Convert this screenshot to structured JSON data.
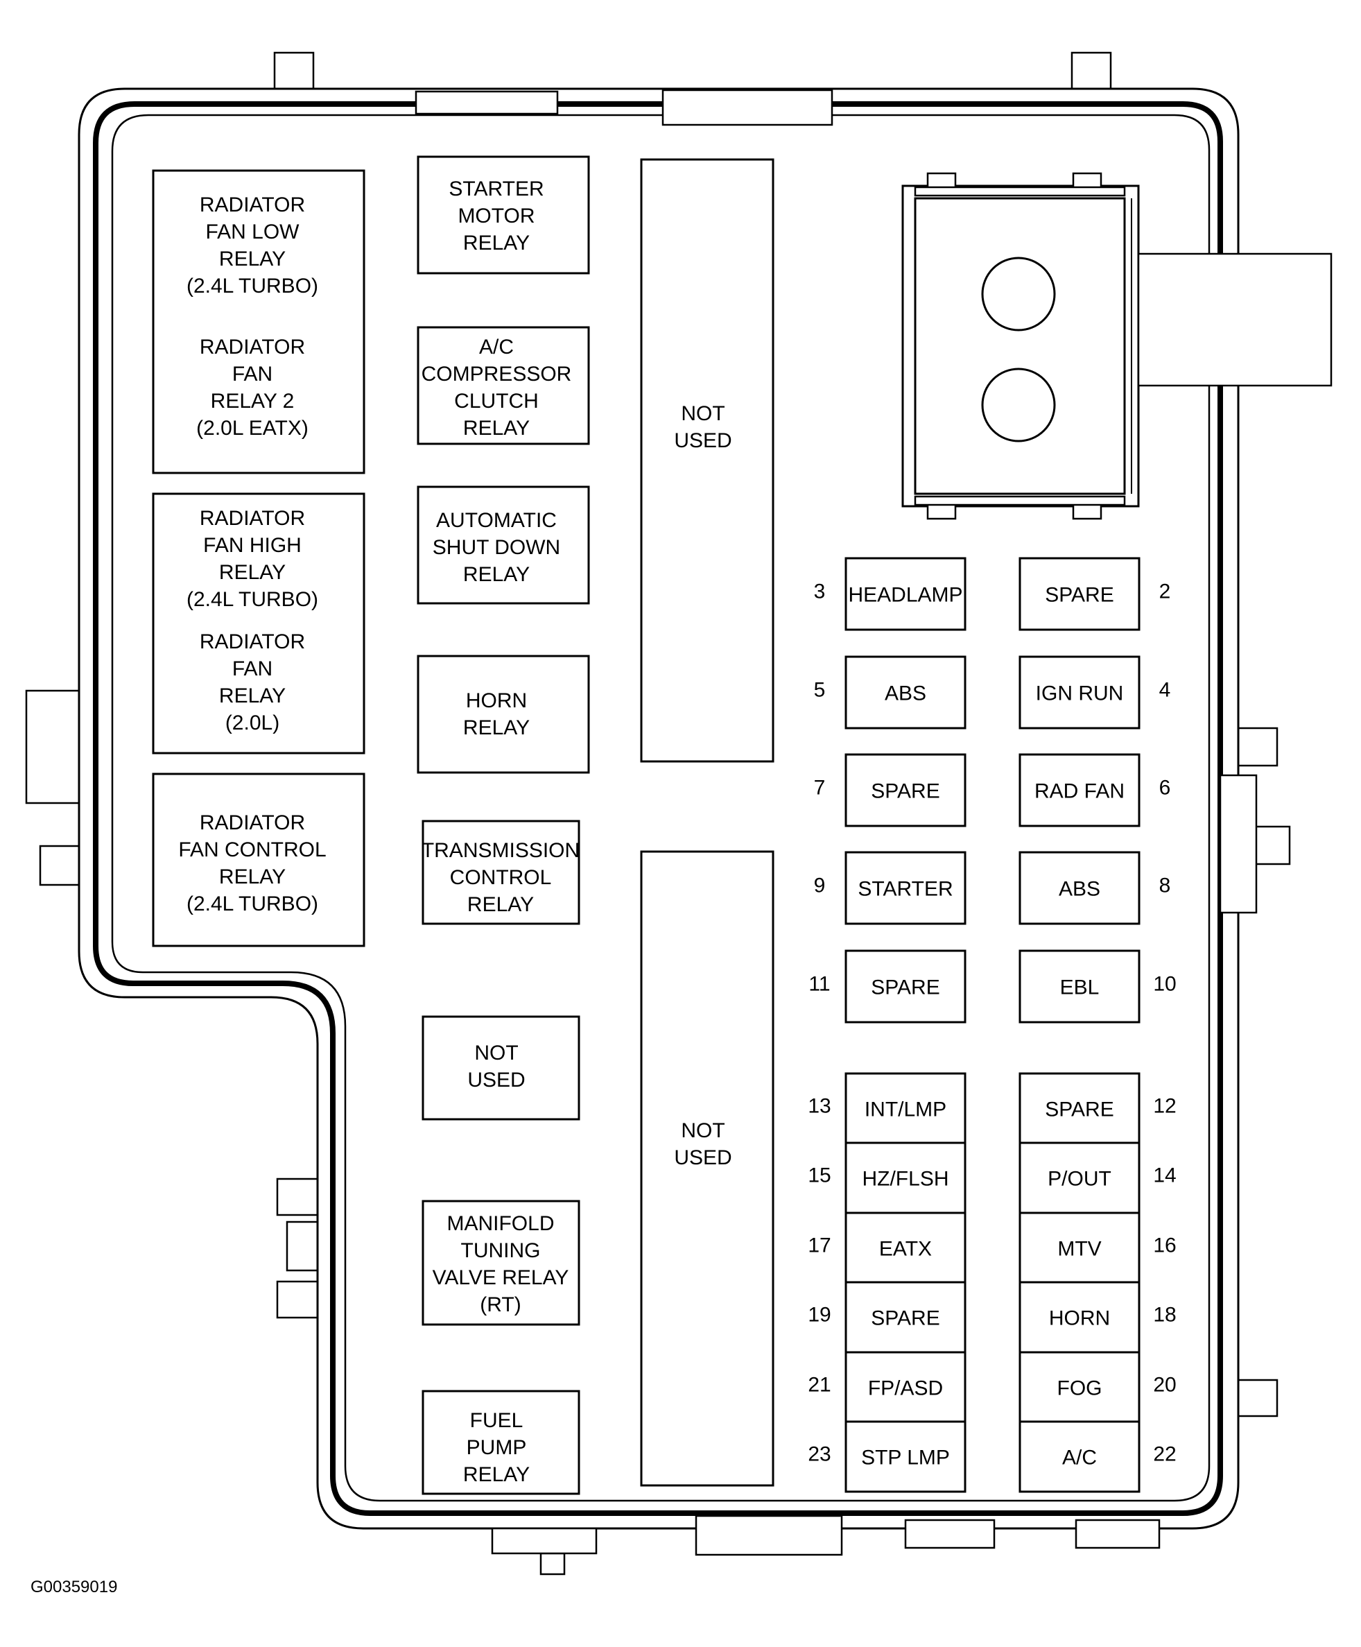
{
  "relays": {
    "rad_fan_low": [
      "RADIATOR",
      "FAN LOW",
      "RELAY",
      "(2.4L TURBO)"
    ],
    "rad_fan_2": [
      "RADIATOR",
      "FAN",
      "RELAY 2",
      "(2.0L EATX)"
    ],
    "rad_fan_high": [
      "RADIATOR",
      "FAN HIGH",
      "RELAY",
      "(2.4L TURBO)"
    ],
    "rad_fan": [
      "RADIATOR",
      "FAN",
      "RELAY",
      "(2.0L)"
    ],
    "rad_fan_control": [
      "RADIATOR",
      "FAN CONTROL",
      "RELAY",
      "(2.4L TURBO)"
    ],
    "starter_motor": [
      "STARTER",
      "MOTOR",
      "RELAY"
    ],
    "ac_compressor": [
      "A/C",
      "COMPRESSOR",
      "CLUTCH",
      "RELAY"
    ],
    "auto_shutdown": [
      "AUTOMATIC",
      "SHUT DOWN",
      "RELAY"
    ],
    "horn": [
      "HORN",
      "RELAY"
    ],
    "transmission": [
      "TRANSMISSION",
      "CONTROL",
      "RELAY"
    ],
    "not_used": [
      "NOT",
      "USED"
    ],
    "manifold": [
      "MANIFOLD",
      "TUNING",
      "VALVE RELAY",
      "(RT)"
    ],
    "fuel_pump": [
      "FUEL",
      "PUMP",
      "RELAY"
    ]
  },
  "not_used_top": [
    "NOT",
    "USED"
  ],
  "not_used_bottom": [
    "NOT",
    "USED"
  ],
  "fuses": [
    {
      "num": "3",
      "label": "HEADLAMP"
    },
    {
      "num": "2",
      "label": "SPARE"
    },
    {
      "num": "5",
      "label": "ABS"
    },
    {
      "num": "4",
      "label": "IGN RUN"
    },
    {
      "num": "7",
      "label": "SPARE"
    },
    {
      "num": "6",
      "label": "RAD FAN"
    },
    {
      "num": "9",
      "label": "STARTER"
    },
    {
      "num": "8",
      "label": "ABS"
    },
    {
      "num": "11",
      "label": "SPARE"
    },
    {
      "num": "10",
      "label": "EBL"
    },
    {
      "num": "13",
      "label": "INT/LMP"
    },
    {
      "num": "12",
      "label": "SPARE"
    },
    {
      "num": "15",
      "label": "HZ/FLSH"
    },
    {
      "num": "14",
      "label": "P/OUT"
    },
    {
      "num": "17",
      "label": "EATX"
    },
    {
      "num": "16",
      "label": "MTV"
    },
    {
      "num": "19",
      "label": "SPARE"
    },
    {
      "num": "18",
      "label": "HORN"
    },
    {
      "num": "21",
      "label": "FP/ASD"
    },
    {
      "num": "20",
      "label": "FOG"
    },
    {
      "num": "23",
      "label": "STP LMP"
    },
    {
      "num": "22",
      "label": "A/C"
    }
  ],
  "figure_code": "G00359019"
}
